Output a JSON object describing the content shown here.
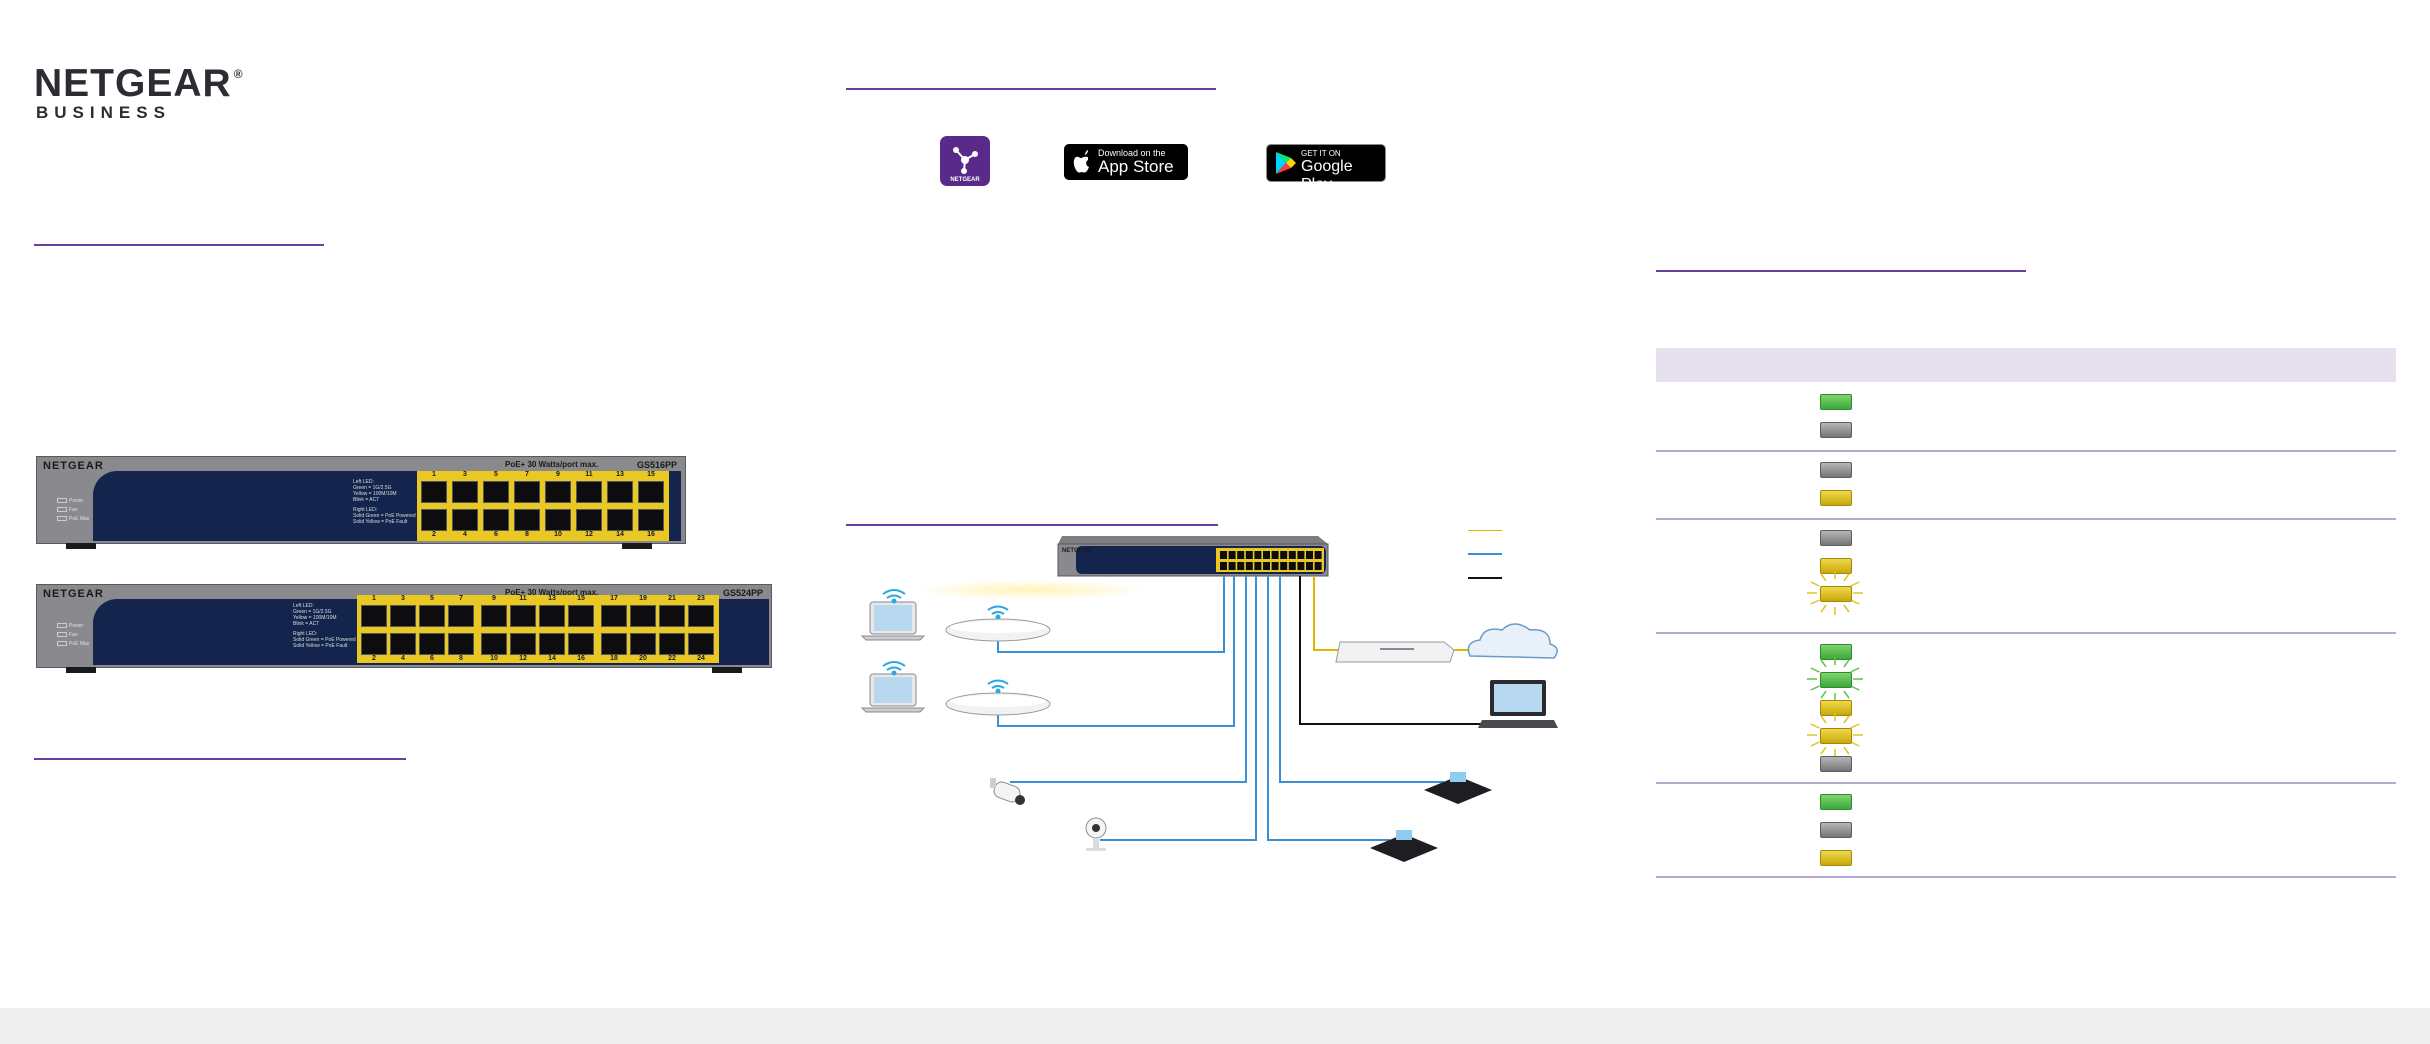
{
  "brand": {
    "name": "NETGEAR",
    "registered": "®",
    "division": "BUSINESS"
  },
  "colors": {
    "accent_purple": "#6b3fa0",
    "switch_panel_navy": "#13254d",
    "port_strip_yellow": "#e9c824",
    "cable_blue": "#3a8fd6",
    "cable_yellow": "#e0b400",
    "cable_black": "#111111",
    "table_header_bg": "#e6e0ef"
  },
  "icons": {
    "insight_app": "netgear-insight-app-icon",
    "app_store": "apple-logo-icon",
    "google_play": "google-play-triangle-icon"
  },
  "app_icon_label": "NETGEAR",
  "app_store": {
    "small": "Download on the",
    "large": "App Store"
  },
  "google_play": {
    "small": "GET IT ON",
    "large": "Google Play"
  },
  "switch_16": {
    "brand": "NETGEAR",
    "model": "GS516PP",
    "poe_label": "PoE+ 30 Watts/port max.",
    "front_leds": [
      "Power",
      "Fan",
      "PoE Max"
    ],
    "left_led_text": [
      "Left LED:",
      "Green = 1G/2.5G",
      "Yellow = 100M/10M",
      "Blink = ACT"
    ],
    "right_led_text": [
      "Right LED:",
      "Solid Green = PoE Powered",
      "Solid Yellow = PoE Fault"
    ],
    "top_port_numbers": [
      "1",
      "3",
      "5",
      "7",
      "9",
      "11",
      "13",
      "15"
    ],
    "bottom_port_numbers": [
      "2",
      "4",
      "6",
      "8",
      "10",
      "12",
      "14",
      "16"
    ]
  },
  "switch_24": {
    "brand": "NETGEAR",
    "model": "GS524PP",
    "poe_label": "PoE+ 30 Watts/port max.",
    "front_leds": [
      "Power",
      "Fan",
      "PoE Max"
    ],
    "left_led_text": [
      "Left LED:",
      "Green = 1G/2.5G",
      "Yellow = 100M/10M",
      "Blink = ACT"
    ],
    "right_led_text": [
      "Right LED:",
      "Solid Green = PoE Powered",
      "Solid Yellow = PoE Fault"
    ],
    "top_port_numbers": [
      "1",
      "3",
      "5",
      "7",
      "9",
      "11",
      "13",
      "15",
      "17",
      "19",
      "21",
      "23"
    ],
    "bottom_port_numbers": [
      "2",
      "4",
      "6",
      "8",
      "10",
      "12",
      "14",
      "16",
      "18",
      "20",
      "22",
      "24"
    ]
  },
  "diagram": {
    "center_switch_brand": "NETGEAR"
  },
  "led_table": {
    "rows": [
      {
        "leds": [
          "green",
          "gray"
        ]
      },
      {
        "leds": [
          "gray",
          "yellow"
        ]
      },
      {
        "leds": [
          "gray",
          "yellow",
          "yellow-blink"
        ]
      },
      {
        "leds": [
          "green",
          "green-blink",
          "yellow",
          "yellow-blink",
          "gray"
        ]
      },
      {
        "leds": [
          "green",
          "gray",
          "yellow"
        ]
      }
    ]
  }
}
